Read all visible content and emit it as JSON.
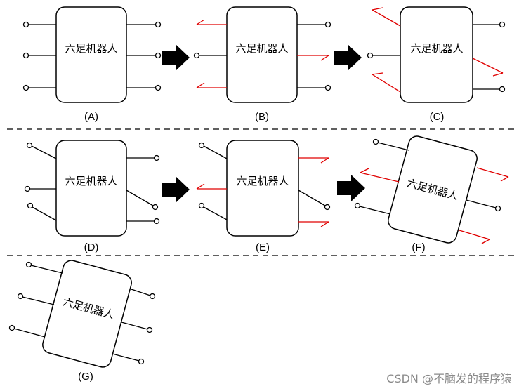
{
  "robot_label": "六足机器人",
  "captions": {
    "a": "(A)",
    "b": "(B)",
    "c": "(C)",
    "d": "(D)",
    "e": "(E)",
    "f": "(F)",
    "g": "(G)"
  },
  "watermark": "CSDN @不脑发的程序猿",
  "colors": {
    "line": "#000000",
    "swing_leg": "#e00000",
    "separator": "#000000",
    "watermark": "#8a8a8a"
  },
  "icons": [
    "arrow-right-icon"
  ]
}
